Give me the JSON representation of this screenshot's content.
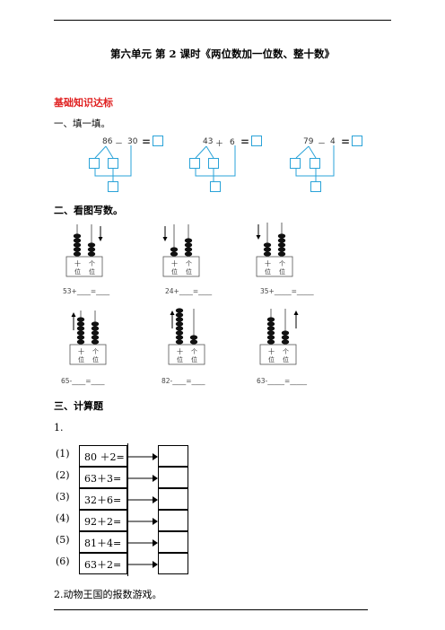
{
  "title": "第六单元  第 2 课时《两位数加一位数、整十数》",
  "section_basic": "基础知识达标",
  "q1": {
    "heading": "一、填一填。",
    "items": [
      {
        "a": "86",
        "op": "－",
        "b": "30"
      },
      {
        "a": "43",
        "op": "＋",
        "b": "6"
      },
      {
        "a": "79",
        "op": "－",
        "b": "4"
      }
    ],
    "equals": "="
  },
  "q2": {
    "heading": "二、看图写数。",
    "place_tens": "十\n位",
    "place_ones": "个\n位",
    "tens_label": "十",
    "ones_label": "个",
    "wei": "位",
    "row1": [
      "53+____=____",
      "24+____=____",
      "35+_____=_____"
    ],
    "row2": [
      "65-____=____",
      "82-____=____",
      "63-_____=_____"
    ]
  },
  "q3": {
    "heading": "三、计算题",
    "sub1": "1.",
    "rows": [
      {
        "label": "(1)",
        "expr": "80 ＋2="
      },
      {
        "label": "(2)",
        "expr": "63＋3="
      },
      {
        "label": "(3)",
        "expr": "32＋6="
      },
      {
        "label": "(4)",
        "expr": "92＋2="
      },
      {
        "label": "(5)",
        "expr": "81＋4="
      },
      {
        "label": "(6)",
        "expr": "63＋2="
      }
    ],
    "sub2": "2.动物王国的报数游戏。"
  },
  "colors": {
    "accent_blue": "#2aa3d8",
    "section_red": "#e02020"
  }
}
